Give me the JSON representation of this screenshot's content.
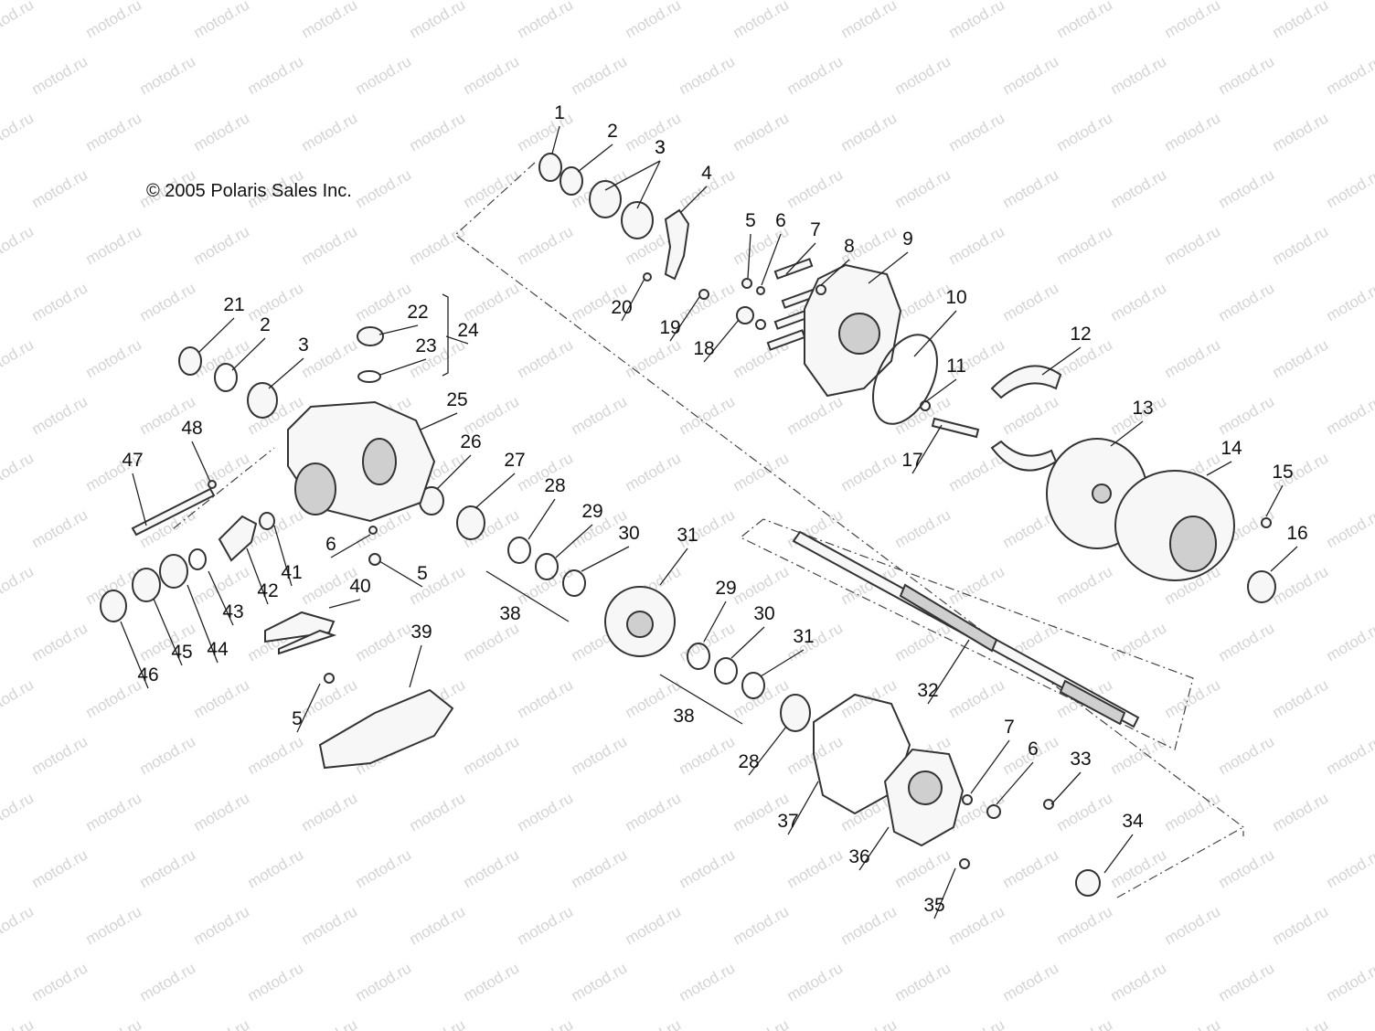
{
  "copyright": "© 2005 Polaris Sales Inc.",
  "watermark": "motod.ru",
  "callouts": [
    "1",
    "2",
    "3",
    "4",
    "5",
    "6",
    "7",
    "8",
    "9",
    "10",
    "11",
    "12",
    "13",
    "14",
    "15",
    "16",
    "17",
    "18",
    "19",
    "20",
    "21",
    "22",
    "23",
    "24",
    "25",
    "26",
    "27",
    "28",
    "29",
    "30",
    "31",
    "32",
    "33",
    "34",
    "35",
    "36",
    "37",
    "38",
    "39",
    "40",
    "41",
    "42",
    "43",
    "44",
    "45",
    "46",
    "47",
    "48"
  ]
}
